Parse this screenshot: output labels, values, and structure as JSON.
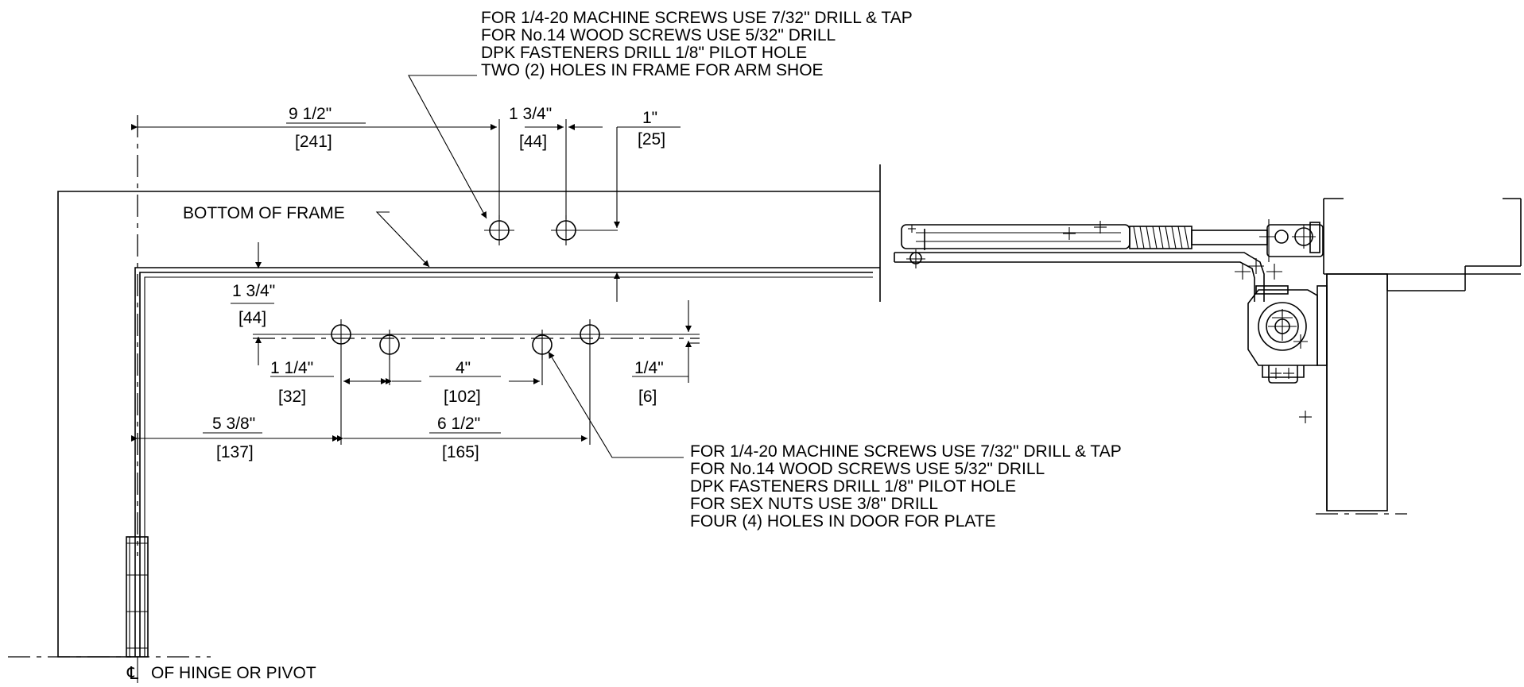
{
  "top_note": {
    "lines": [
      "FOR 1/4-20 MACHINE SCREWS USE 7/32\" DRILL & TAP",
      "FOR No.14 WOOD SCREWS USE 5/32\" DRILL",
      "DPK FASTENERS DRILL 1/8\"  PILOT HOLE",
      "TWO (2) HOLES IN FRAME FOR ARM SHOE"
    ]
  },
  "bottom_note": {
    "lines": [
      "FOR 1/4-20 MACHINE SCREWS USE 7/32\" DRILL & TAP",
      "FOR No.14 WOOD SCREWS USE 5/32\" DRILL",
      "DPK FASTENERS DRILL 1/8\"  PILOT HOLE",
      "FOR SEX NUTS USE 3/8\" DRILL",
      "FOUR (4) HOLES IN DOOR FOR PLATE"
    ]
  },
  "frame_label": "BOTTOM OF FRAME",
  "hinge_label": "OF HINGE OR PIVOT",
  "centerline_symbol": "℄",
  "dimensions": {
    "frame_hole_offset": {
      "imperial": "9 1/2\"",
      "metric": "[241]"
    },
    "frame_hole_spacing": {
      "imperial": "1 3/4\"",
      "metric": "[44]"
    },
    "frame_hole_height": {
      "imperial": "1\"",
      "metric": "[25]"
    },
    "door_hole_drop": {
      "imperial": "1 3/4\"",
      "metric": "[44]"
    },
    "door_hole_spacing_a": {
      "imperial": "1 1/4\"",
      "metric": "[32]"
    },
    "door_hole_spacing_b": {
      "imperial": "4\"",
      "metric": "[102]"
    },
    "door_hole_vertical": {
      "imperial": "1/4\"",
      "metric": "[6]"
    },
    "door_hole_offset": {
      "imperial": "5 3/8\"",
      "metric": "[137]"
    },
    "door_hole_span": {
      "imperial": "6 1/2\"",
      "metric": "[165]"
    }
  }
}
